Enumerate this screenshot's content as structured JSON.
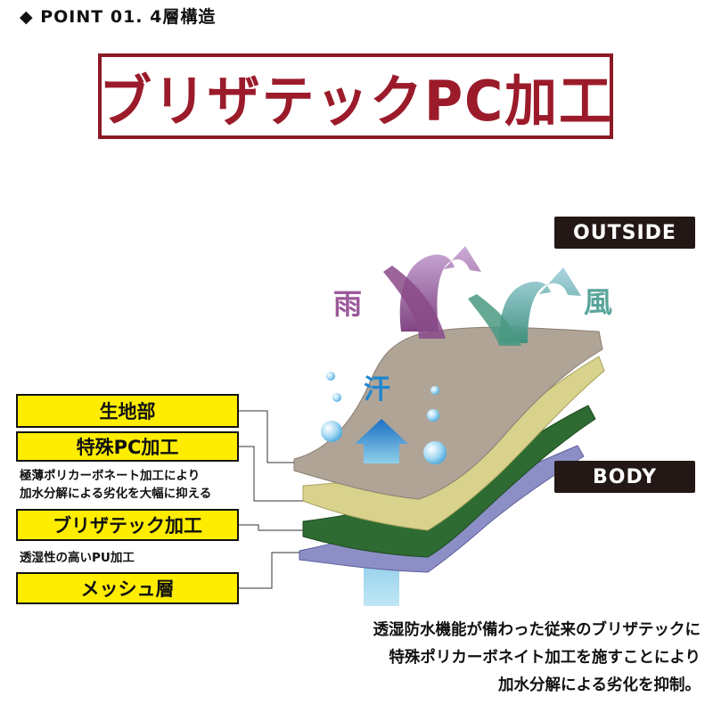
{
  "header": {
    "point_label": "◆ POINT 01. 4層構造"
  },
  "title": {
    "text": "ブリザテックPC加工"
  },
  "tags": {
    "outside": "OUTSIDE",
    "body": "BODY"
  },
  "weather": {
    "rain": "雨",
    "wind": "風",
    "sweat": "汗"
  },
  "layers": [
    {
      "label": "生地部",
      "color": "#b0a497"
    },
    {
      "label": "特殊PC加工",
      "note": "極薄ポリカーボネート加工により\n加水分解による劣化を大幅に抑える",
      "color": "#d8d28c"
    },
    {
      "label": "ブリザテック加工",
      "note": "透湿性の高いPU加工",
      "color": "#2e6b32"
    },
    {
      "label": "メッシュ層",
      "color": "#8c8fc6"
    }
  ],
  "notes": {
    "pc_line1": "極薄ポリカーボネート加工により",
    "pc_line2": "加水分解による劣化を大幅に抑える",
    "pu": "透湿性の高いPU加工"
  },
  "description": {
    "line1": "透湿防水機能が備わった従来のブリザテックに",
    "line2": "特殊ポリカーボネイト加工を施すことにより",
    "line3": "加水分解による劣化を抑制。"
  },
  "colors": {
    "title_red": "#9b1b2a",
    "label_yellow": "#ffed00",
    "tag_dark": "#231815",
    "rain_purple": "#9b5a9a",
    "wind_teal": "#5aa59a",
    "sweat_blue": "#1d86d0"
  }
}
